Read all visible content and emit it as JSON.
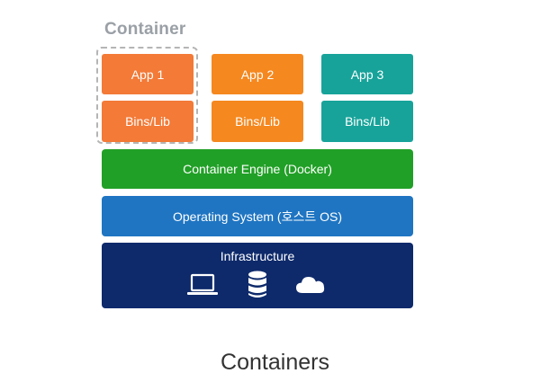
{
  "container_label": "Container",
  "apps": [
    {
      "label": "App 1",
      "color": "#f37a37"
    },
    {
      "label": "App 2",
      "color": "#f5881f"
    },
    {
      "label": "App 3",
      "color": "#17a39a"
    }
  ],
  "bins": [
    {
      "label": "Bins/Lib",
      "color": "#f37a37"
    },
    {
      "label": "Bins/Lib",
      "color": "#f5881f"
    },
    {
      "label": "Bins/Lib",
      "color": "#17a39a"
    }
  ],
  "layers": {
    "engine": {
      "label": "Container Engine  (Docker)",
      "color": "#21a027"
    },
    "os": {
      "label": "Operating System  (호스트 OS)",
      "color": "#1f75c2"
    },
    "infrastructure": {
      "label": "Infrastructure",
      "color": "#0e2a6b",
      "icons": [
        "laptop-icon",
        "database-icon",
        "cloud-icon"
      ]
    }
  },
  "caption": "Containers"
}
